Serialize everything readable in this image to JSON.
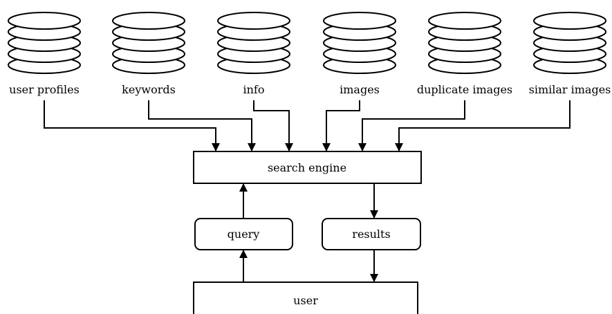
{
  "databases": [
    {
      "label": "user profiles"
    },
    {
      "label": "keywords"
    },
    {
      "label": "info"
    },
    {
      "label": "images"
    },
    {
      "label": "duplicate images"
    },
    {
      "label": "similar images"
    }
  ],
  "nodes": {
    "search_engine": "search engine",
    "query": "query",
    "results": "results",
    "user": "user"
  },
  "colors": {
    "stroke": "#000000",
    "fill": "#ffffff"
  }
}
